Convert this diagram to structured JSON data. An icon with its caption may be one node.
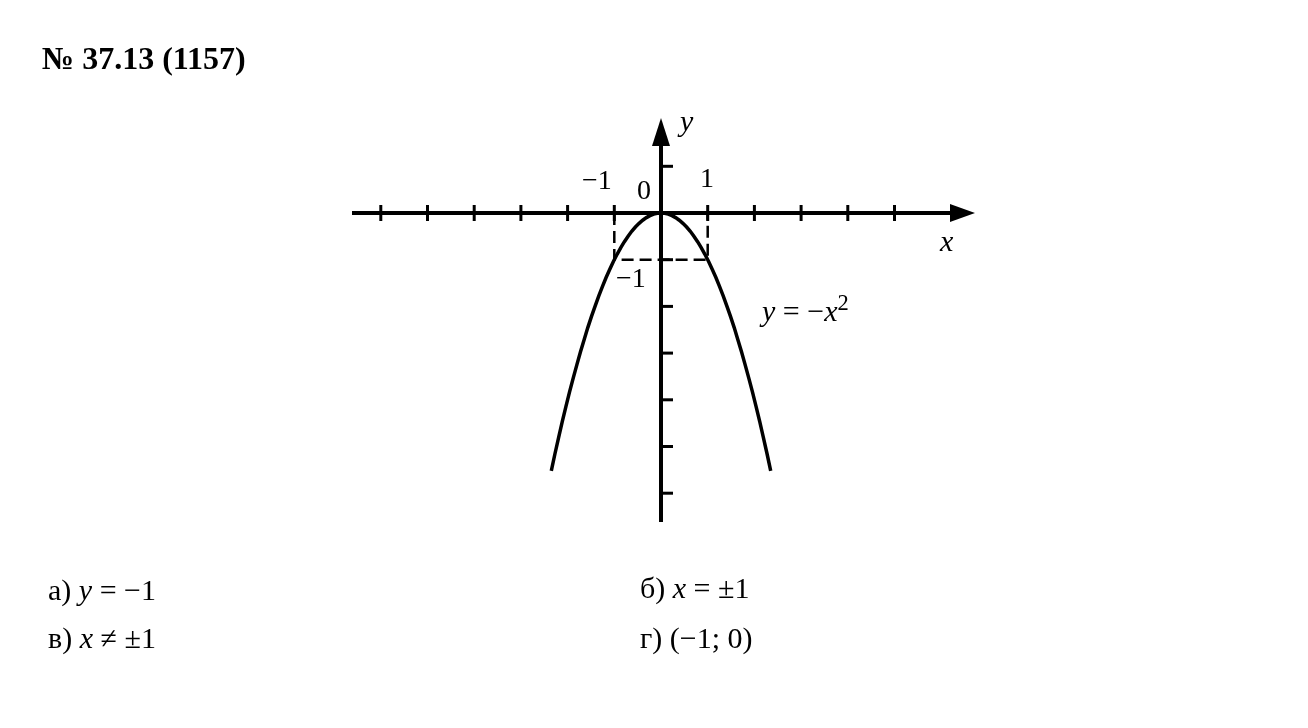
{
  "diagram": {
    "title": "№ 37.13 (1157)",
    "labels": [
      "*y*",
      "−1",
      "0",
      "1",
      "*x*",
      "−1",
      "*y* = −*x*$^{2}$",
      "а) *y* = −1",
      "б)  *x* = ±1",
      "в)  *x* ≠ ±1",
      "г) (−1; 0)"
    ]
  }
}
